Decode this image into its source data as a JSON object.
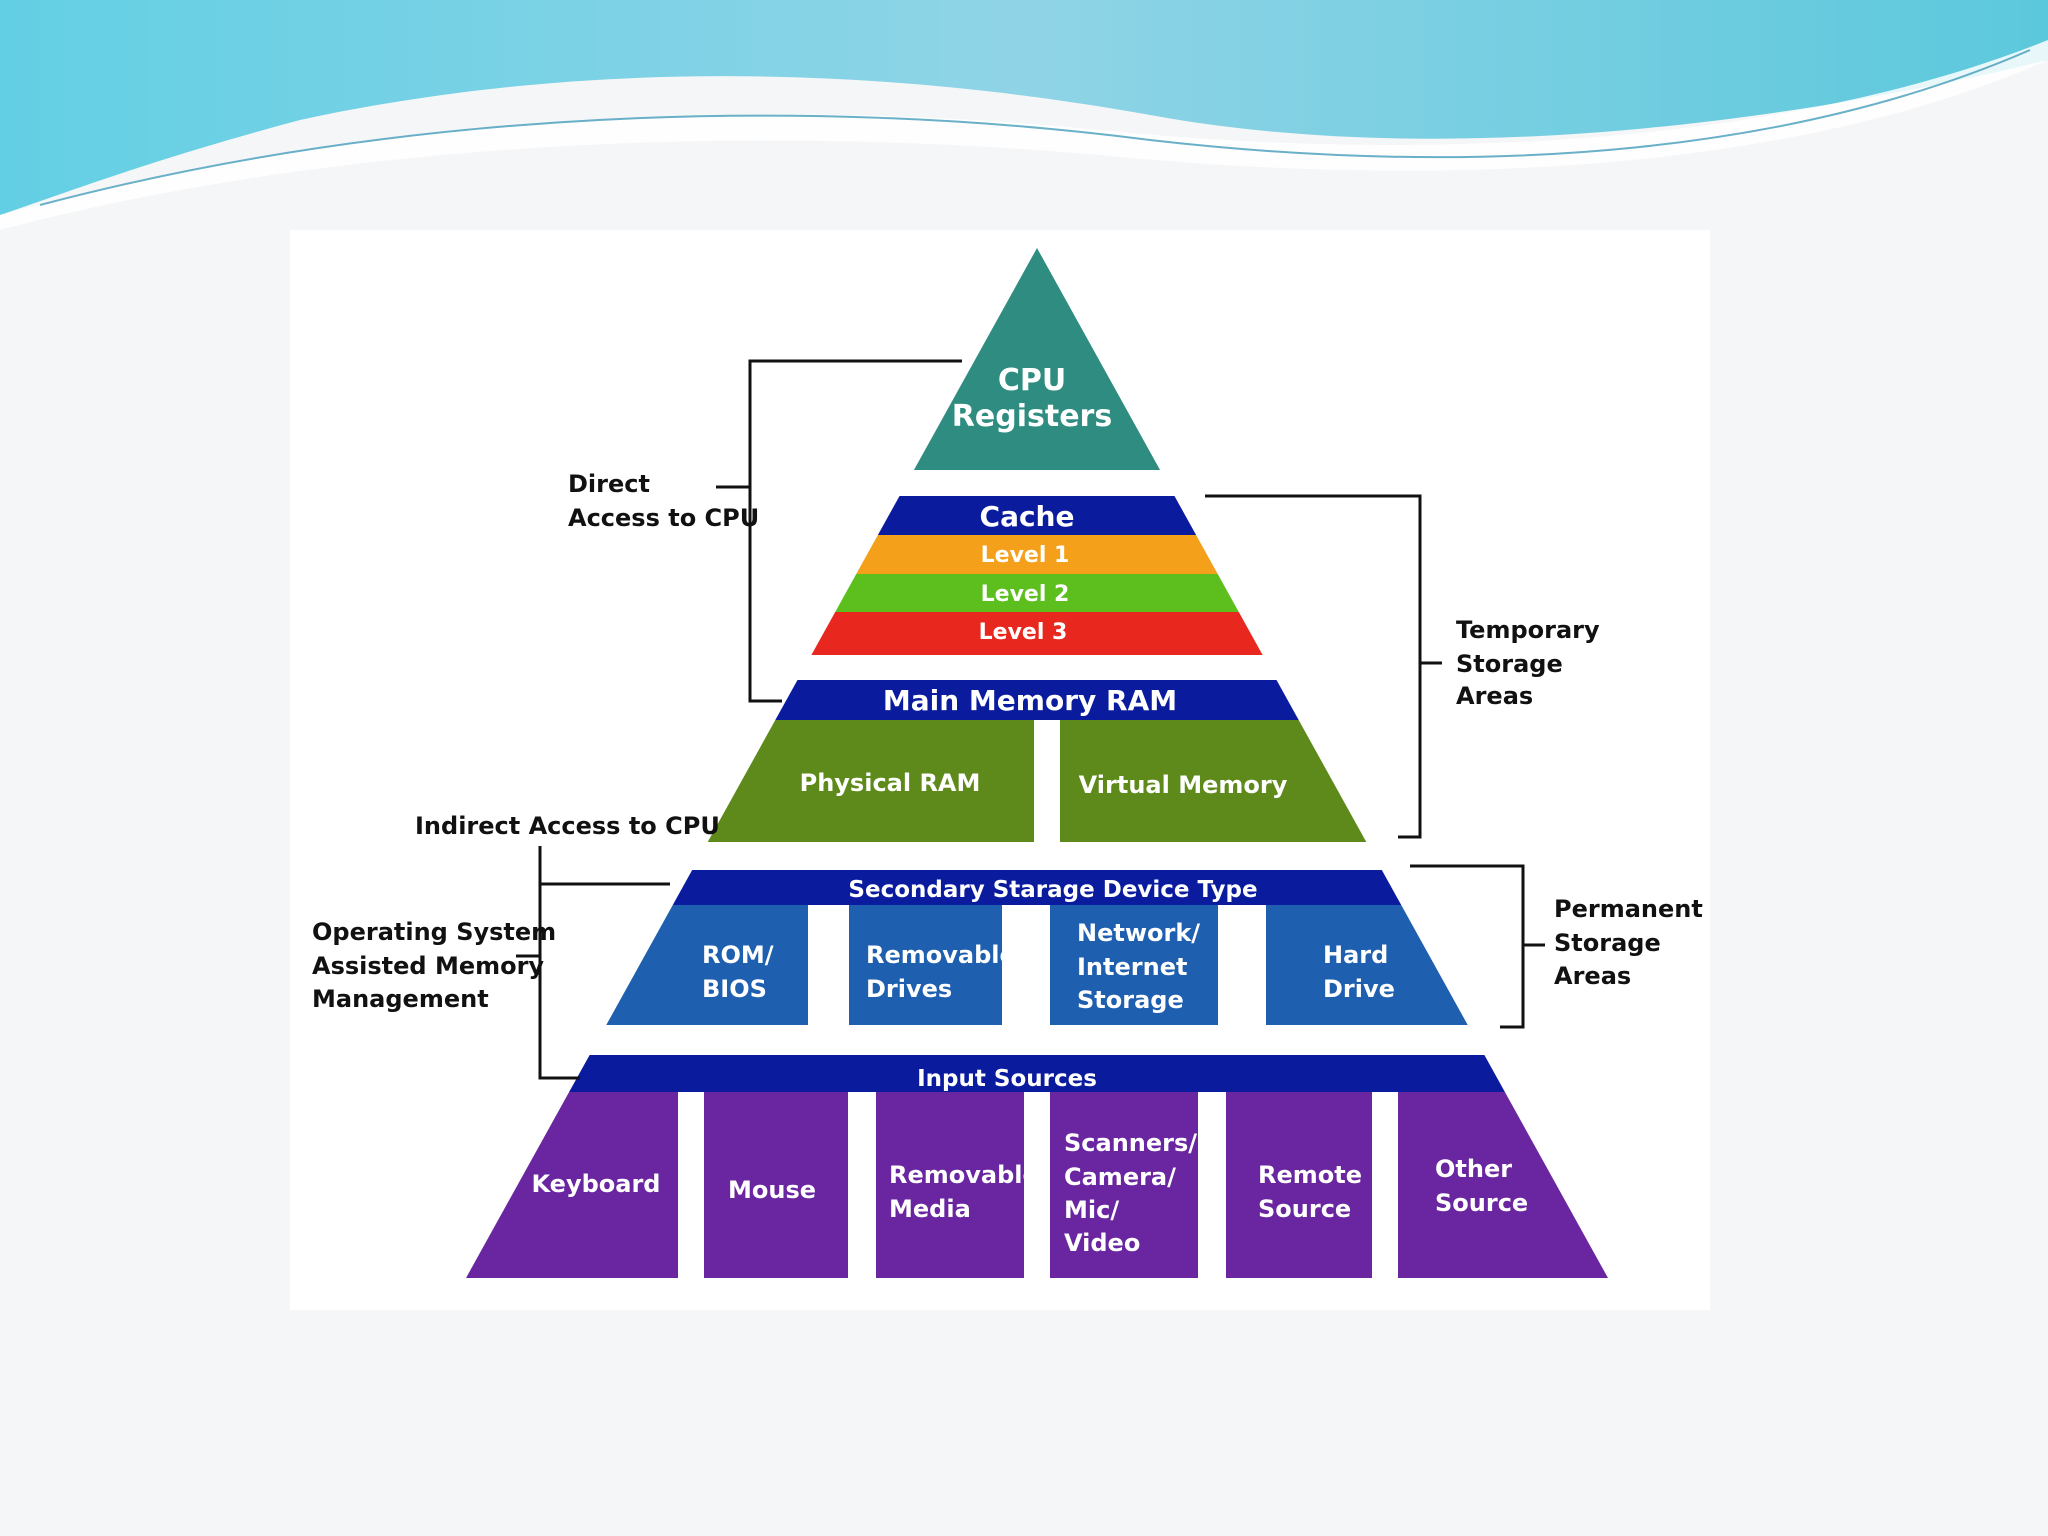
{
  "pyramid": {
    "top": {
      "line1": "CPU",
      "line2": "Registers"
    },
    "cache": {
      "header": "Cache",
      "level1": "Level 1",
      "level2": "Level 2",
      "level3": "Level 3"
    },
    "ram": {
      "header": "Main Memory RAM",
      "physical": "Physical RAM",
      "virtual": "Virtual Memory"
    },
    "secondary": {
      "header": "Secondary Starage Device Type",
      "rom": [
        "ROM/",
        "BIOS"
      ],
      "removable_drives": [
        "Removable",
        "Drives"
      ],
      "network": [
        "Network/",
        "Internet",
        "Storage"
      ],
      "hard_drive": [
        "Hard",
        "Drive"
      ]
    },
    "input": {
      "header": "Input Sources",
      "keyboard": "Keyboard",
      "mouse": "Mouse",
      "removable_media": [
        "Removable",
        "Media"
      ],
      "scanners": [
        "Scanners/",
        "Camera/",
        "Mic/",
        "Video"
      ],
      "remote": [
        "Remote",
        "Source"
      ],
      "other": [
        "Other",
        "Source"
      ]
    }
  },
  "annotations": {
    "direct": [
      "Direct",
      "Access to CPU"
    ],
    "indirect": "Indirect Access to CPU",
    "os": [
      "Operating System",
      "Assisted Memory",
      "Management"
    ],
    "temporary": [
      "Temporary",
      "Storage",
      "Areas"
    ],
    "permanent": [
      "Permanent",
      "Storage",
      "Areas"
    ]
  },
  "colors": {
    "teal": "#2e8c80",
    "navy": "#0b1b9e",
    "orange": "#f5a01a",
    "green": "#5cbf1e",
    "red": "#e8281e",
    "olive": "#5d8a1a",
    "blue": "#1f5fb0",
    "purple": "#6a26a0"
  }
}
